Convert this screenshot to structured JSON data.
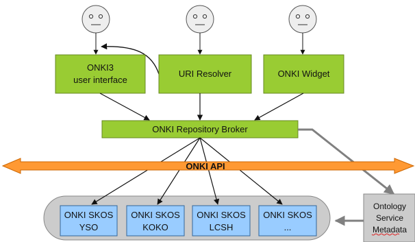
{
  "nodes": {
    "onki3_ui": {
      "line1": "ONKI3",
      "line2": "user interface"
    },
    "uri_resolver": {
      "label": "URI Resolver"
    },
    "onki_widget": {
      "label": "ONKI Widget"
    },
    "repository_broker": {
      "label": "ONKI Repository Broker"
    },
    "onki_api": {
      "label": "ONKI API"
    },
    "skos_yso": {
      "line1": "ONKI SKOS",
      "line2": "YSO"
    },
    "skos_koko": {
      "line1": "ONKI SKOS",
      "line2": "KOKO"
    },
    "skos_lcsh": {
      "line1": "ONKI SKOS",
      "line2": "LCSH"
    },
    "skos_more": {
      "line1": "ONKI SKOS",
      "line2": "..."
    },
    "ontology_metadata": {
      "line1": "Ontology",
      "line2": "Service",
      "line3": "Metadata"
    }
  },
  "colors": {
    "green_box": "#99cc33",
    "blue_box": "#99ccff",
    "container": "#cccccc",
    "api_arrow": "#ff9933",
    "gray_arrow": "#808080",
    "user_icon": "#eeeeee"
  },
  "icons": {
    "user": "smiley-face-icon"
  }
}
